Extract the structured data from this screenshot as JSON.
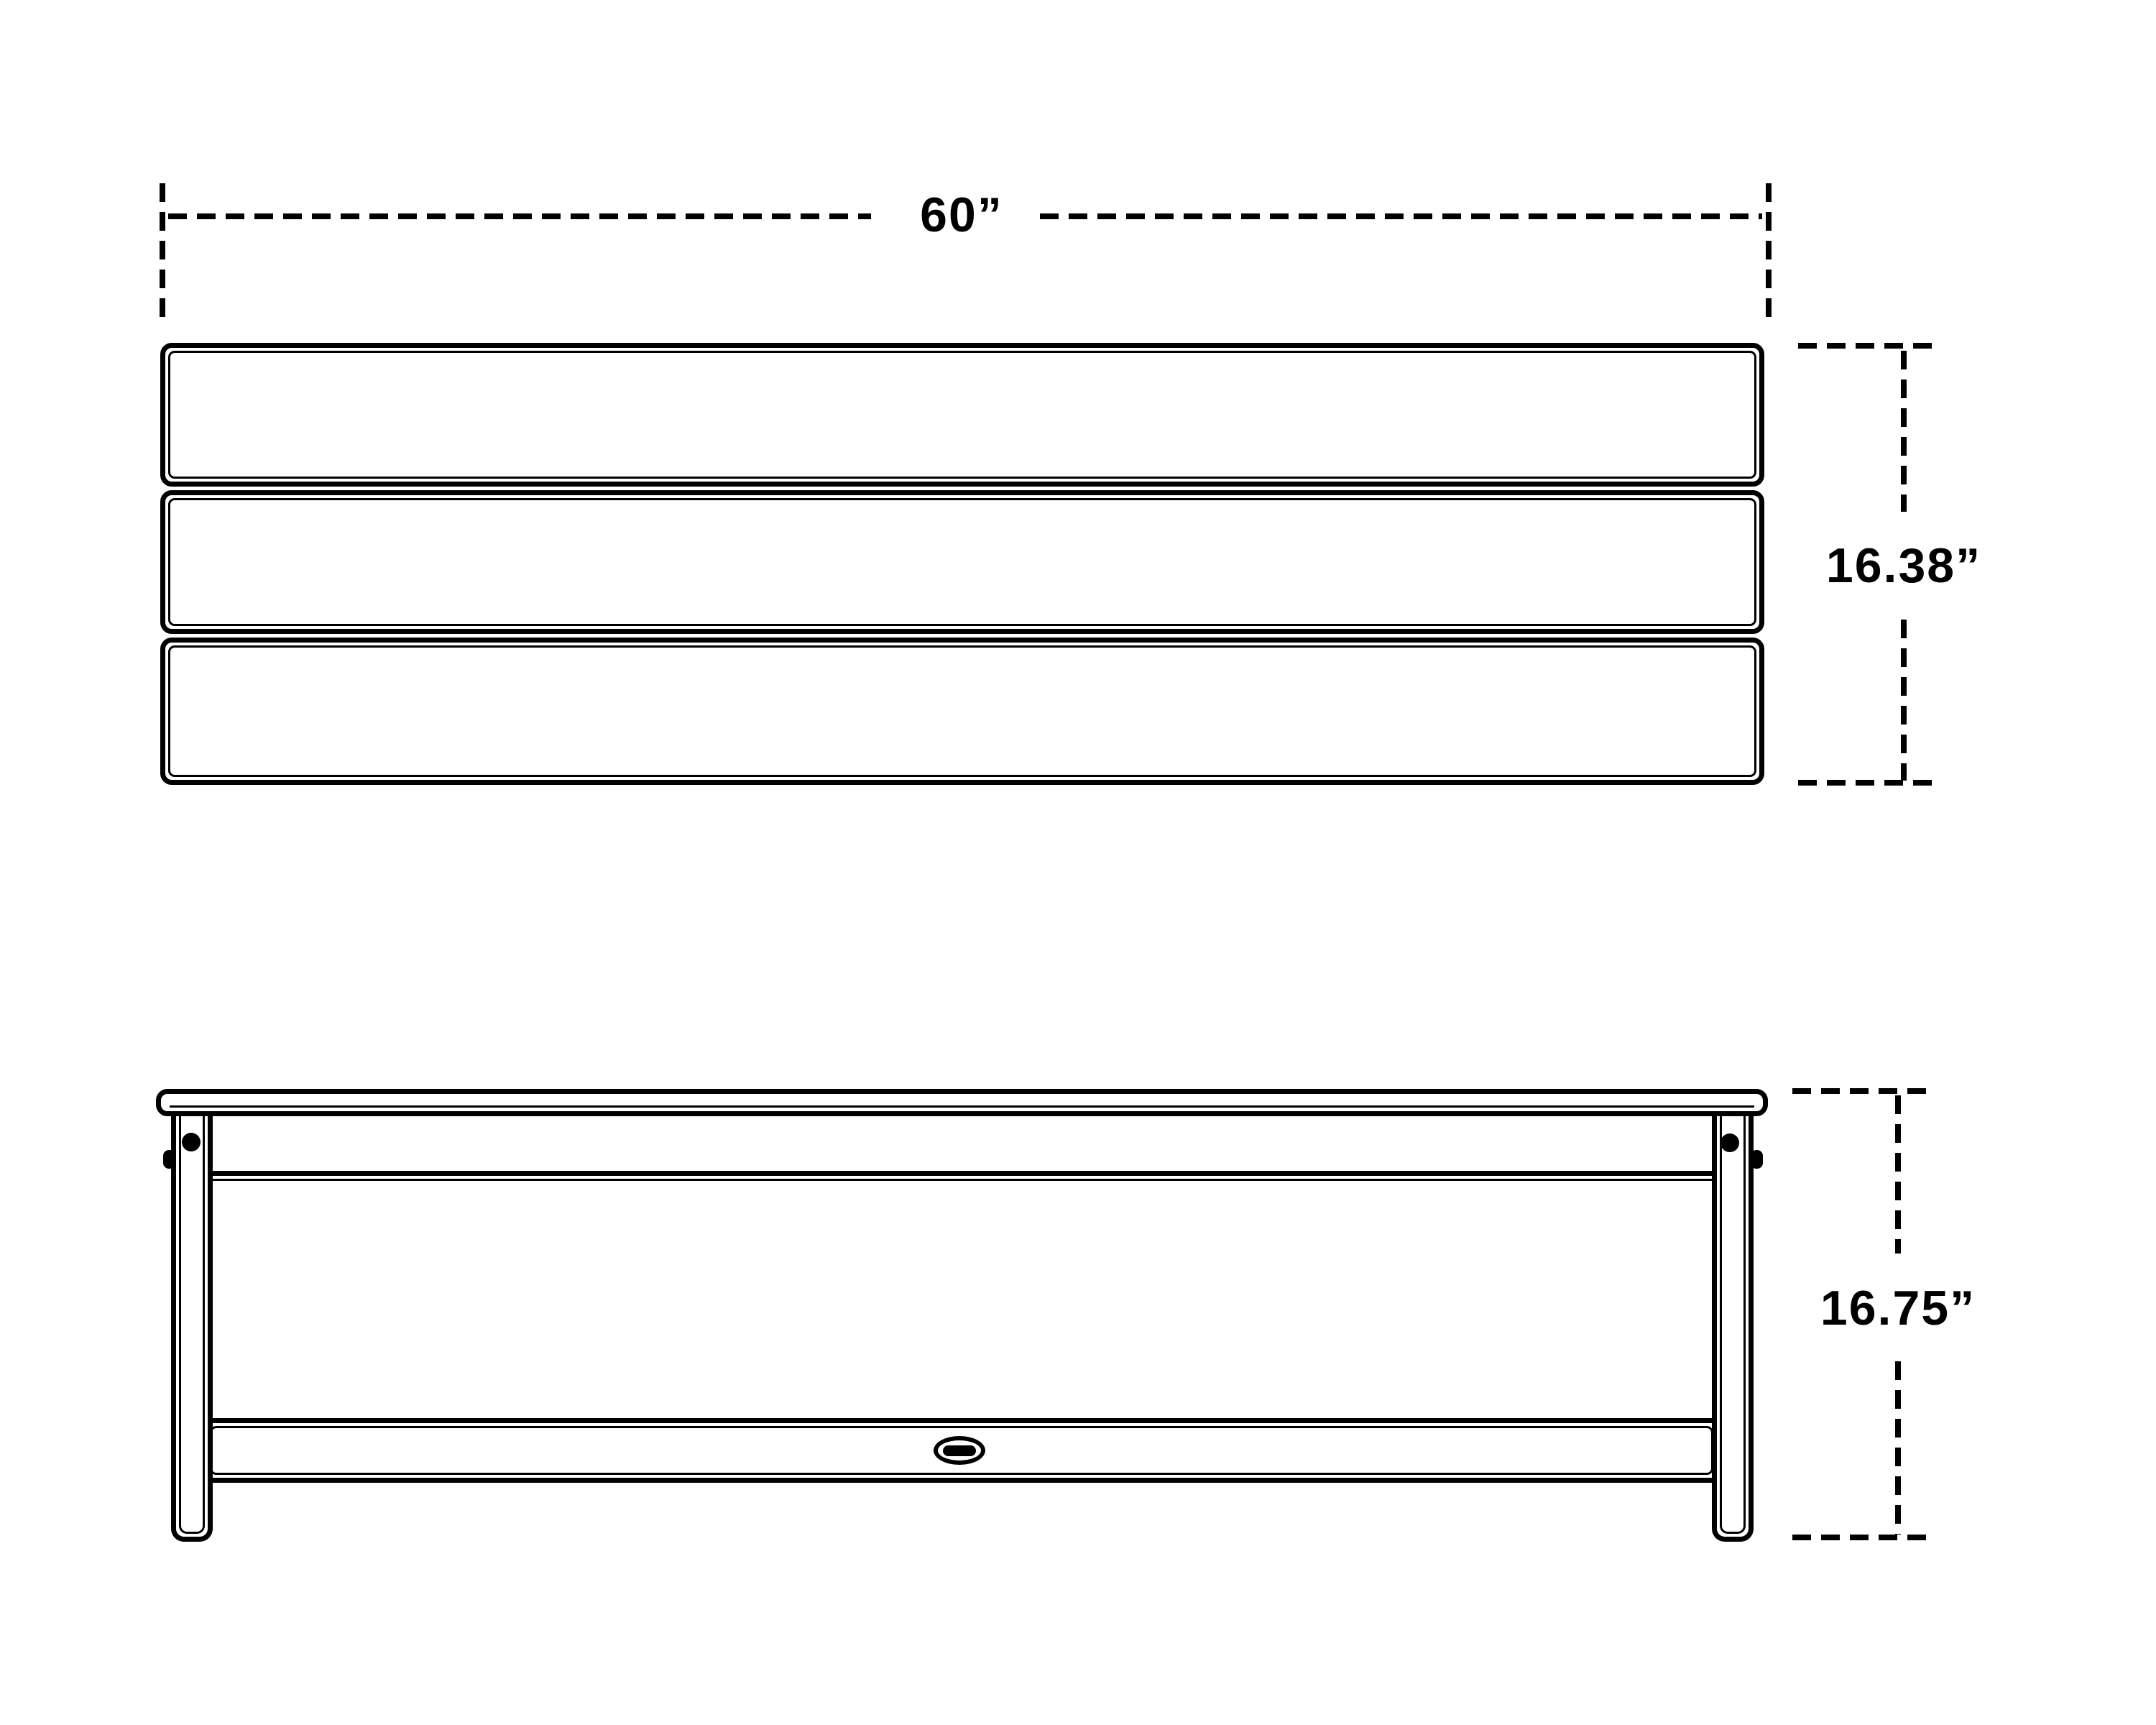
{
  "colors": {
    "line": "#000000",
    "background": "#ffffff"
  },
  "dimensions": {
    "width": {
      "label": "60”",
      "value": 60,
      "unit": "inches",
      "applies_to": "top-view-width"
    },
    "depth": {
      "label": "16.38”",
      "value": 16.38,
      "unit": "inches",
      "applies_to": "top-view-depth"
    },
    "height": {
      "label": "16.75”",
      "value": 16.75,
      "unit": "inches",
      "applies_to": "front-view-height"
    }
  },
  "icons": {
    "logo": "oval-brand-logo-badge"
  }
}
